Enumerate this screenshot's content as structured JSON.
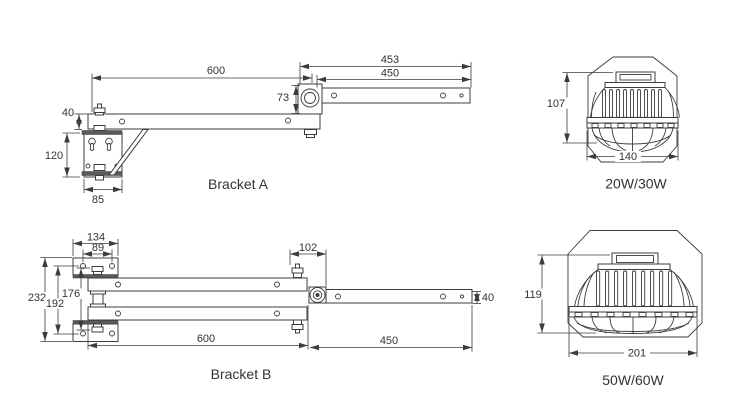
{
  "bracket_a": {
    "label": "Bracket A",
    "dim_arm_length": "600",
    "dim_upper_overall": "453",
    "dim_upper_arm": "450",
    "dim_pivot_height": "73",
    "dim_tube": "40",
    "dim_plate_height": "120",
    "dim_plate_width": "85"
  },
  "bracket_b": {
    "label": "Bracket B",
    "dim_plate_width": "134",
    "dim_hole_spacing": "89",
    "dim_overall_height": "232",
    "dim_hole_height": "192",
    "dim_inner_height": "176",
    "dim_pivot_width": "102",
    "dim_arm_length": "600",
    "dim_ext_arm": "450",
    "dim_tube": "40"
  },
  "lamp_small": {
    "label": "20W/30W",
    "dim_height": "107",
    "dim_width": "140"
  },
  "lamp_large": {
    "label": "50W/60W",
    "dim_height": "119",
    "dim_width": "201"
  },
  "colors": {
    "line": "#3c3c3c",
    "background": "#ffffff"
  }
}
